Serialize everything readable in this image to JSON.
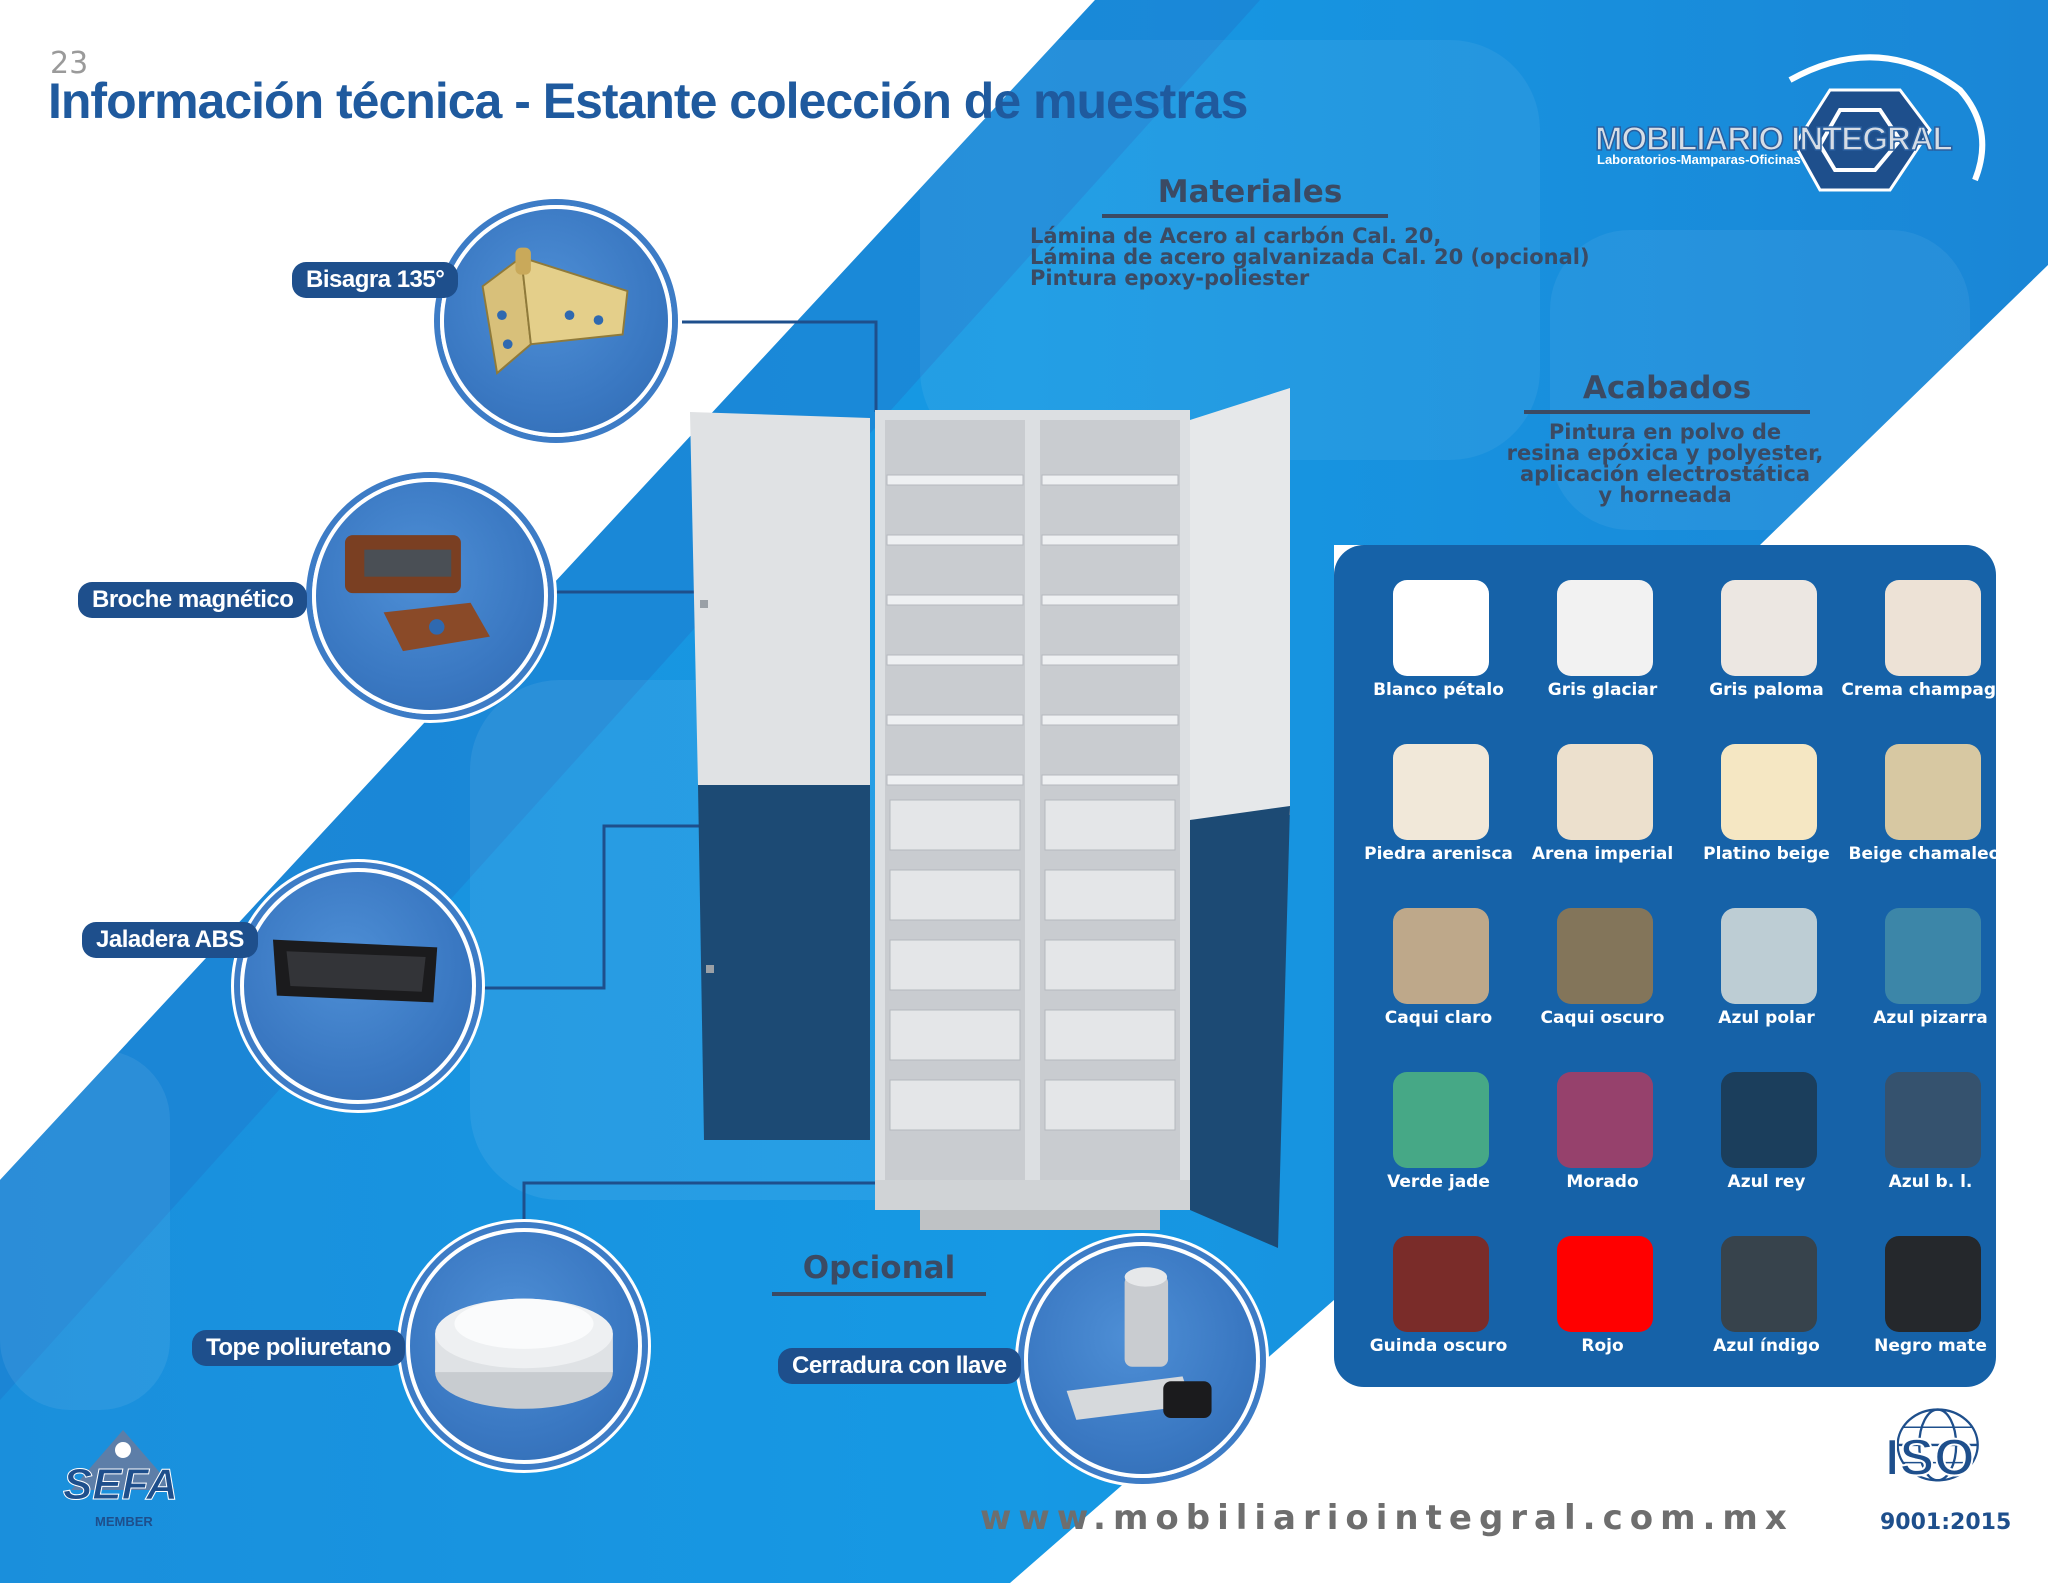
{
  "page": {
    "number": "23",
    "title": "Información técnica - Estante colección de muestras"
  },
  "logo": {
    "name": "MOBILIARIO INTEGRAL",
    "subtitle": "Laboratorios-Mamparas-Oficinas"
  },
  "materials": {
    "heading": "Materiales",
    "lines": [
      "Lámina de Acero al carbón Cal. 20,",
      "Lámina de acero galvanizada Cal. 20 (opcional)",
      "Pintura epoxy-poliester"
    ]
  },
  "finishes": {
    "heading": "Acabados",
    "lines": [
      "Pintura en polvo de",
      "resina epóxica y polyester,",
      "aplicación electrostática",
      "y horneada"
    ]
  },
  "features": {
    "hinge": "Bisagra 135°",
    "magnet": "Broche magnético",
    "handle": "Jaladera ABS",
    "stopper": "Tope poliuretano",
    "optional_heading": "Opcional",
    "lock": "Cerradura con llave"
  },
  "swatches": [
    {
      "name": "Blanco pétalo",
      "color": "#ffffff"
    },
    {
      "name": "Gris glaciar",
      "color": "#f2f2f2"
    },
    {
      "name": "Gris paloma",
      "color": "#ece7e2"
    },
    {
      "name": "Crema champagne",
      "color": "#ede2d6"
    },
    {
      "name": "Piedra arenisca",
      "color": "#f1e8d9"
    },
    {
      "name": "Arena imperial",
      "color": "#ece0cd"
    },
    {
      "name": "Platino beige",
      "color": "#f5e7c3"
    },
    {
      "name": "Beige chamaleon",
      "color": "#d7c8a2"
    },
    {
      "name": "Caqui claro",
      "color": "#bea88a"
    },
    {
      "name": "Caqui oscuro",
      "color": "#83755a"
    },
    {
      "name": "Azul polar",
      "color": "#bdcdd4"
    },
    {
      "name": "Azul pizarra",
      "color": "#3c86a8"
    },
    {
      "name": "Verde jade",
      "color": "#46a886"
    },
    {
      "name": "Morado",
      "color": "#96416c"
    },
    {
      "name": "Azul rey",
      "color": "#1b3e5c"
    },
    {
      "name": "Azul b. l.",
      "color": "#35526e"
    },
    {
      "name": "Guinda oscuro",
      "color": "#7a2c29"
    },
    {
      "name": "Rojo",
      "color": "#ff0000"
    },
    {
      "name": "Azul índigo",
      "color": "#37434c"
    },
    {
      "name": "Negro mate",
      "color": "#25282c"
    }
  ],
  "footer": {
    "website": "www.mobiliariointegral.com.mx",
    "sefa": "SEFA",
    "sefa_member": "MEMBER",
    "iso": "ISO",
    "iso_number": "9001:2015"
  },
  "colors": {
    "title_blue": "#1f5a9e",
    "band_blue": "#0f8fe0",
    "panel_blue": "#1662a8",
    "label_navy": "#1e4f8c",
    "text_gray": "#3b4a63"
  }
}
